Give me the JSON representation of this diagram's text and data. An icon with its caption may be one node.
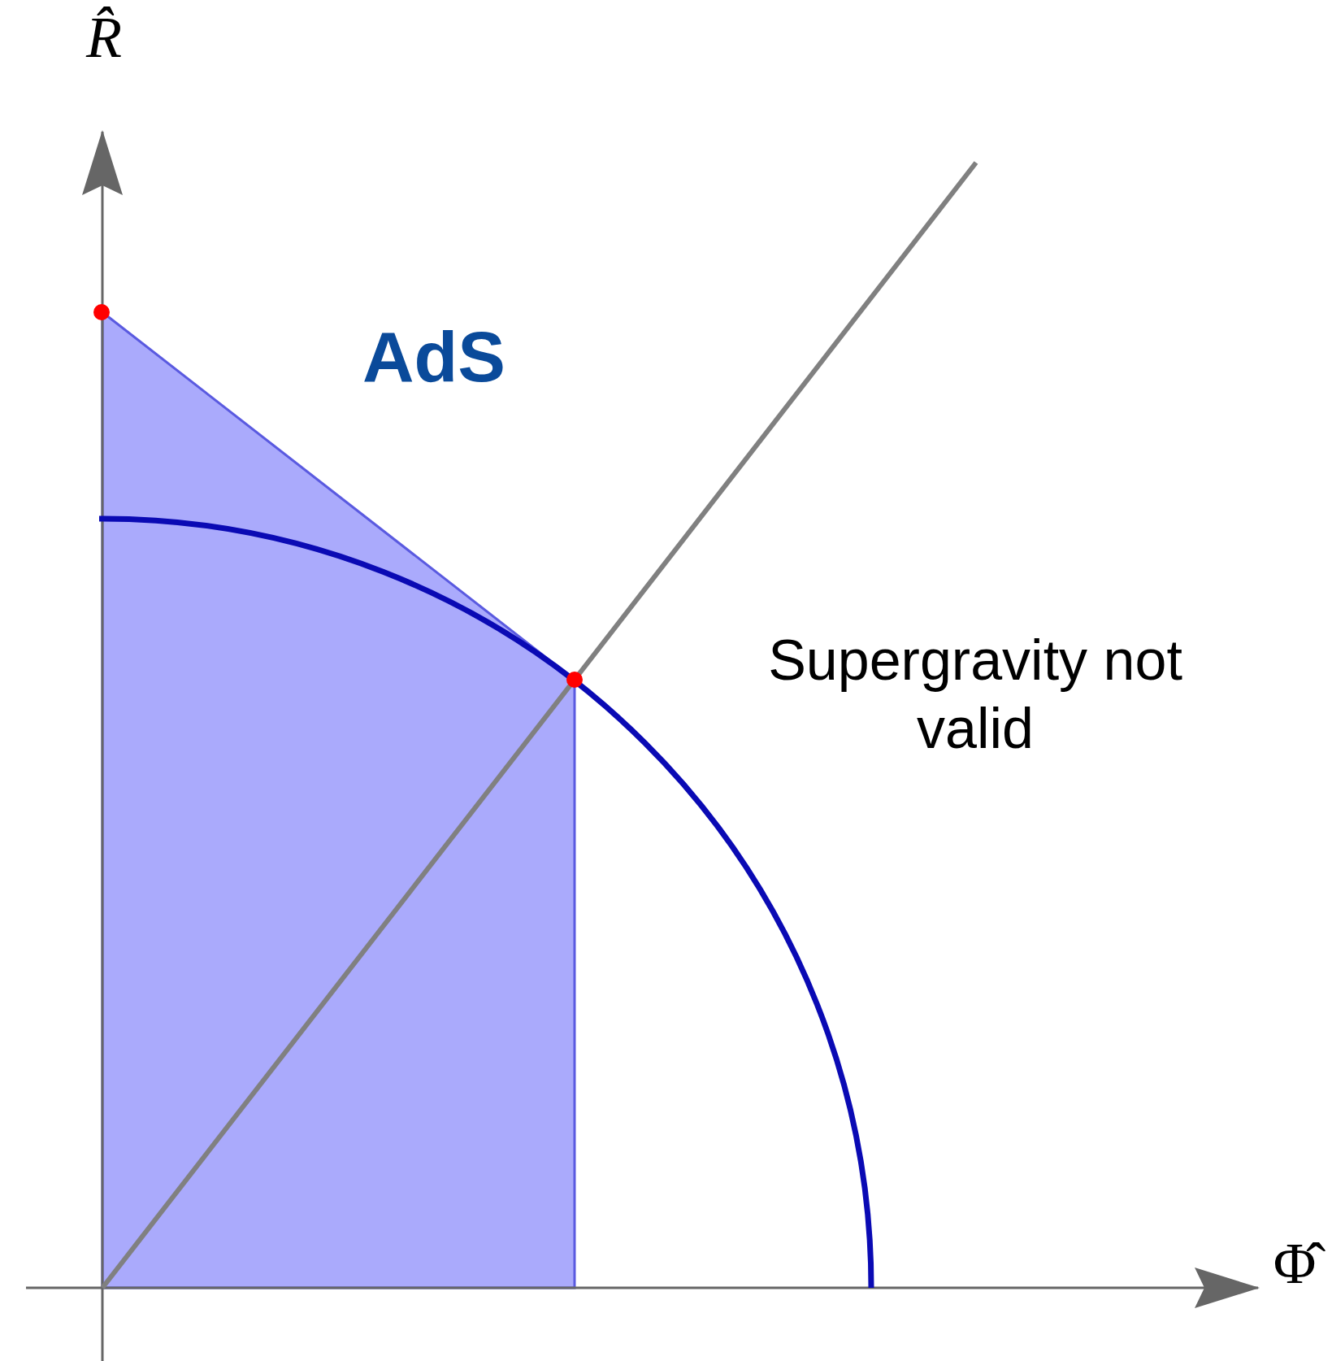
{
  "diagram": {
    "labels": [
      "R̂",
      "AdS",
      "Supergravity not valid",
      "Φ̂"
    ]
  }
}
